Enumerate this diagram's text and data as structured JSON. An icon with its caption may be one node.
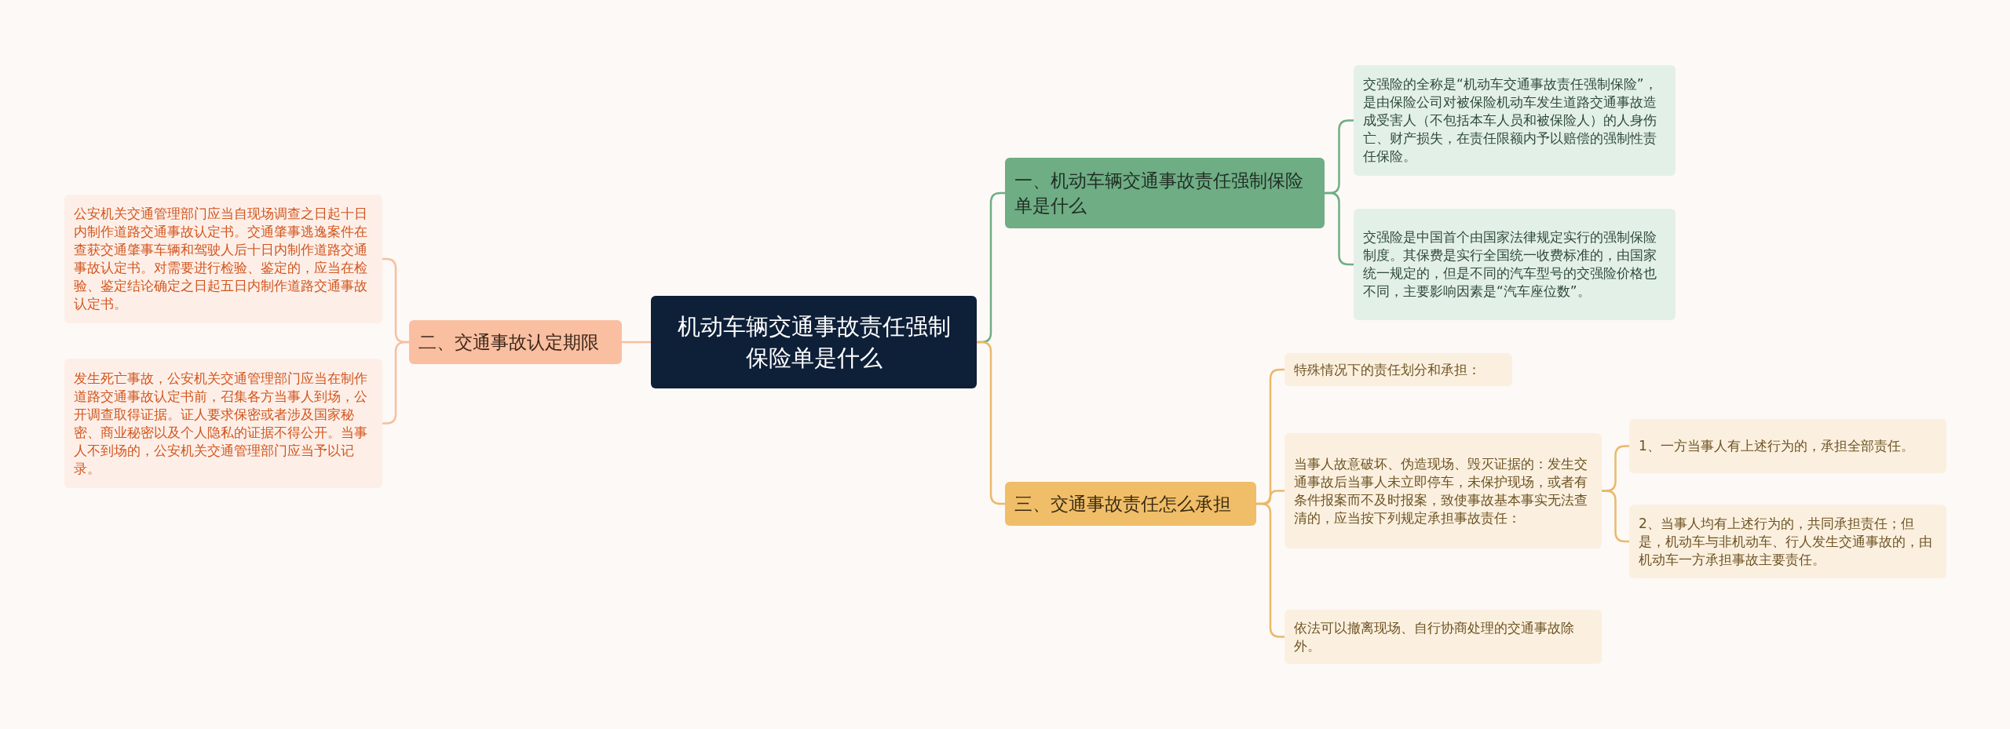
{
  "diagram": {
    "nodes": [
      {
        "text": [
          "机动车辆交通事故责任强制保险单是什么"
        ]
      },
      {
        "text": [
          "一、机动车辆交通事故责任强制保险单是什么"
        ]
      },
      {
        "text": [
          "交强险的全称是“机动车交通事故责任强制保险”，是由保险公司对被保险机动车发生道路交通事故造成受害人（不包括本车人员和被保险人）的人身伤亡、财产损失，在责任限额内予以赔偿的强制性责任保险。"
        ]
      },
      {
        "text": [
          "交强险是中国首个由国家法律规定实行的强制保险制度。其保费是实行全国统一收费标准的，由国家统一规定的，但是不同的汽车型号的交强险价格也不同，主要影响因素是“汽车座位数”。"
        ]
      },
      {
        "text": [
          "二、交通事故认定期限"
        ]
      },
      {
        "text": [
          "公安机关交通管理部门应当自现场调查之日起十日内制作道路交通事故认定书。交通肇事逃逸案件在查获交通肇事车辆和驾驶人后十日内制作道路交通事故认定书。对需要进行检验、鉴定的，应当在检验、鉴定结论确定之日起五日内制作道路交通事故认定书。"
        ]
      },
      {
        "text": [
          "发生死亡事故，公安机关交通管理部门应当在制作道路交通事故认定书前，召集各方当事人到场，公开调查取得证据。证人要求保密或者涉及国家秘密、商业秘密以及个人隐私的证据不得公开。当事人不到场的，公安机关交通管理部门应当予以记录。"
        ]
      },
      {
        "text": [
          "三、交通事故责任怎么承担"
        ]
      },
      {
        "text": [
          "特殊情况下的责任划分和承担："
        ]
      },
      {
        "text": [
          "当事人故意破坏、伪造现场、毁灭证据的：发生交通事故后当事人未立即停车，未保护现场，或者有条件报案而不及时报案，致使事故基本事实无法查清的，应当按下列规定承担事故责任："
        ]
      },
      {
        "text": [
          "依法可以撤离现场、自行协商处理的交通事故除外。"
        ]
      },
      {
        "text": [
          "1、一方当事人有上述行为的，承担全部责任。"
        ]
      },
      {
        "text": [
          "2、当事人均有上述行为的，共同承担责任；但是，机动车与非机动车、行人发生交通事故的，由机动车一方承担事故主要责任。"
        ]
      }
    ],
    "edges": [
      {
        "from": 0,
        "to": 1,
        "arrow": "none",
        "color": "#6fad84"
      },
      {
        "from": 1,
        "to": 2,
        "arrow": "none",
        "color": "#6fad84"
      },
      {
        "from": 1,
        "to": 3,
        "arrow": "none",
        "color": "#6fad84"
      },
      {
        "from": 0,
        "to": 4,
        "arrow": "none",
        "color": "#f6bfa0"
      },
      {
        "from": 4,
        "to": 5,
        "arrow": "none",
        "color": "#f6bfa0"
      },
      {
        "from": 4,
        "to": 6,
        "arrow": "none",
        "color": "#f6bfa0"
      },
      {
        "from": 0,
        "to": 7,
        "arrow": "none"
      },
      {
        "from": 7,
        "to": 8,
        "arrow": "none"
      },
      {
        "from": 7,
        "to": 9,
        "arrow": "none"
      },
      {
        "from": 7,
        "to": 10,
        "arrow": "none"
      },
      {
        "from": 9,
        "to": 11,
        "arrow": "none"
      },
      {
        "from": 9,
        "to": 12,
        "arrow": "none"
      }
    ]
  }
}
